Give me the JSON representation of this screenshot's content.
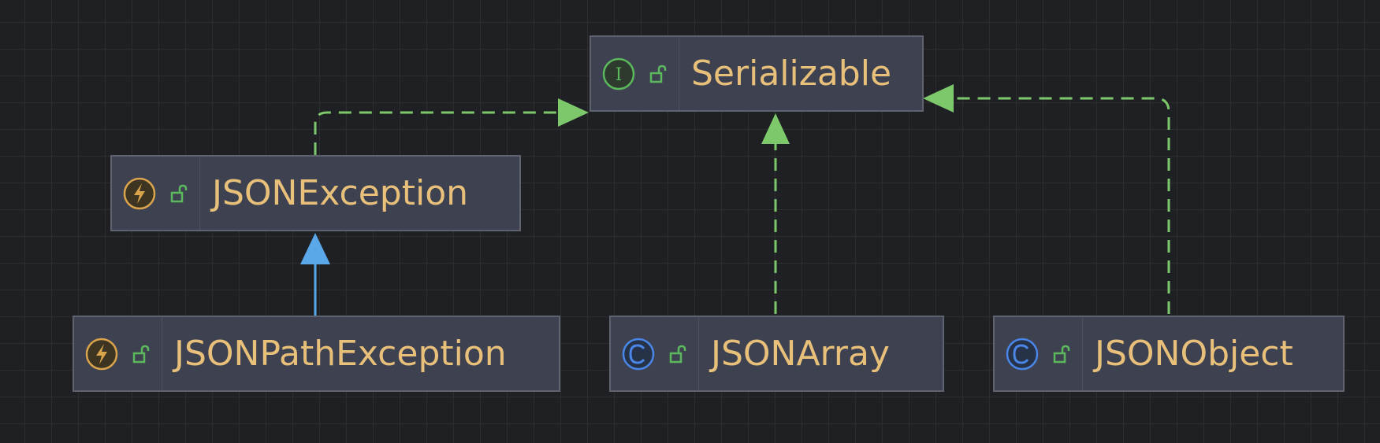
{
  "diagram": {
    "nodes": [
      {
        "id": "serializable",
        "label": "Serializable",
        "kind": "interface",
        "kind_icon": "interface-icon",
        "visibility_icon": "public-lock-icon"
      },
      {
        "id": "json_exception",
        "label": "JSONException",
        "kind": "exception",
        "kind_icon": "exception-icon",
        "visibility_icon": "public-lock-icon"
      },
      {
        "id": "json_path_exception",
        "label": "JSONPathException",
        "kind": "exception",
        "kind_icon": "exception-icon",
        "visibility_icon": "public-lock-icon"
      },
      {
        "id": "json_array",
        "label": "JSONArray",
        "kind": "class",
        "kind_icon": "class-icon",
        "visibility_icon": "public-lock-icon"
      },
      {
        "id": "json_object",
        "label": "JSONObject",
        "kind": "class",
        "kind_icon": "class-icon",
        "visibility_icon": "public-lock-icon"
      }
    ],
    "edges": [
      {
        "from": "json_exception",
        "to": "serializable",
        "type": "implements"
      },
      {
        "from": "json_array",
        "to": "serializable",
        "type": "implements"
      },
      {
        "from": "json_object",
        "to": "serializable",
        "type": "implements"
      },
      {
        "from": "json_path_exception",
        "to": "json_exception",
        "type": "extends"
      }
    ],
    "colors": {
      "background": "#1f2024",
      "grid": "#2b2d31",
      "node_fill": "#3e4250",
      "node_border": "#5f6370",
      "label": "#e8c07a",
      "implements_edge": "#7dc86a",
      "extends_edge": "#5aa8ea",
      "interface_icon": "#5bb85c",
      "exception_icon": "#d9a44b",
      "class_icon": "#4a86e8",
      "lock_icon": "#5bb85c"
    }
  }
}
